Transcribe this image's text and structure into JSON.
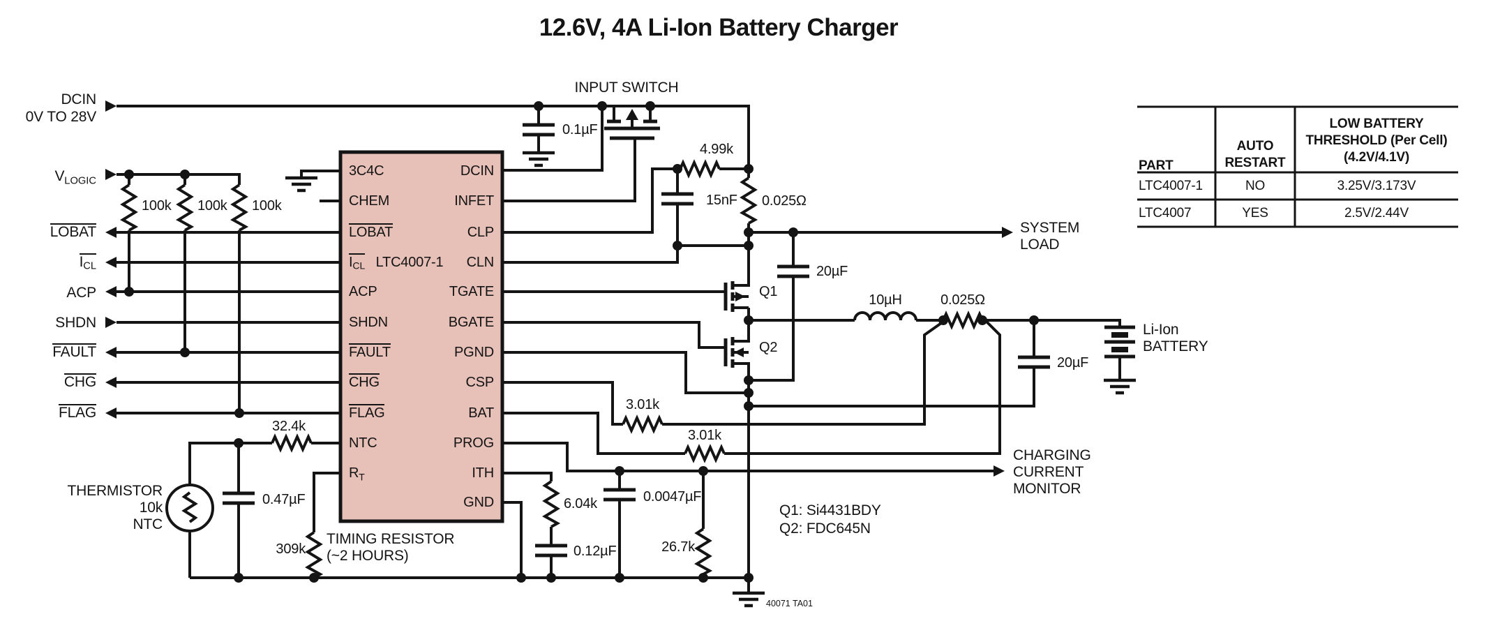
{
  "title": "12.6V, 4A Li-Ion Battery Charger",
  "terminals": {
    "dcin1": "DCIN",
    "dcin2": "0V TO 28V",
    "vlogic_base": "V",
    "vlogic_sub": "LOGIC",
    "lobat": "LOBAT",
    "icl_base": "I",
    "icl_sub": "CL",
    "acp": "ACP",
    "shdn": "SHDN",
    "fault": "FAULT",
    "chg": "CHG",
    "flag": "FLAG"
  },
  "ic": {
    "name": "LTC4007-1",
    "left": {
      "p1": "3C4C",
      "p2": "CHEM",
      "p3": "LOBAT",
      "p4b": "I",
      "p4s": "CL",
      "p5": "ACP",
      "p6": "SHDN",
      "p7": "FAULT",
      "p8": "CHG",
      "p9": "FLAG",
      "p10": "NTC",
      "p11b": "R",
      "p11s": "T"
    },
    "right": {
      "p1": "DCIN",
      "p2": "INFET",
      "p3": "CLP",
      "p4": "CLN",
      "p5": "TGATE",
      "p6": "BGATE",
      "p7": "PGND",
      "p8": "CSP",
      "p9": "BAT",
      "p10": "PROG",
      "p11": "ITH",
      "p12": "GND"
    }
  },
  "components": {
    "r1": "100k",
    "r2": "100k",
    "r3": "100k",
    "cin": "0.1µF",
    "input_switch": "INPUT SWITCH",
    "rclp": "4.99k",
    "cclp": "15nF",
    "rsense1": "0.025Ω",
    "csys": "20µF",
    "ind": "10µH",
    "rsense2": "0.025Ω",
    "cout": "20µF",
    "rcsp": "3.01k",
    "rbat": "3.01k",
    "rntc": "32.4k",
    "cntc": "0.47µF",
    "therm1": "THERMISTOR",
    "therm2": "10k",
    "therm3": "NTC",
    "rtiming": "309k",
    "rt_note1": "TIMING RESISTOR",
    "rt_note2": "(~2 HOURS)",
    "rith": "6.04k",
    "cith": "0.12µF",
    "cprog": "0.0047µF",
    "rprog": "26.7k",
    "q1": "Q1",
    "q2": "Q2"
  },
  "annotations": {
    "sysload1": "SYSTEM",
    "sysload2": "LOAD",
    "bat1": "Li-Ion",
    "bat2": "BATTERY",
    "mon1": "CHARGING",
    "mon2": "CURRENT",
    "mon3": "MONITOR",
    "qnote1": "Q1: Si4431BDY",
    "qnote2": "Q2: FDC645N",
    "fig": "40071 TA01"
  },
  "table": {
    "h_part": "PART",
    "h_auto1": "AUTO",
    "h_auto2": "RESTART",
    "h_thr1": "LOW BATTERY",
    "h_thr2": "THRESHOLD (Per Cell)",
    "h_thr3": "(4.2V/4.1V)",
    "r1c1": "LTC4007-1",
    "r1c2": "NO",
    "r1c3": "3.25V/3.173V",
    "r2c1": "LTC4007",
    "r2c2": "YES",
    "r2c3": "2.5V/2.44V"
  },
  "colors": {
    "ic_fill": "#e7c0b8",
    "line": "#141414"
  }
}
